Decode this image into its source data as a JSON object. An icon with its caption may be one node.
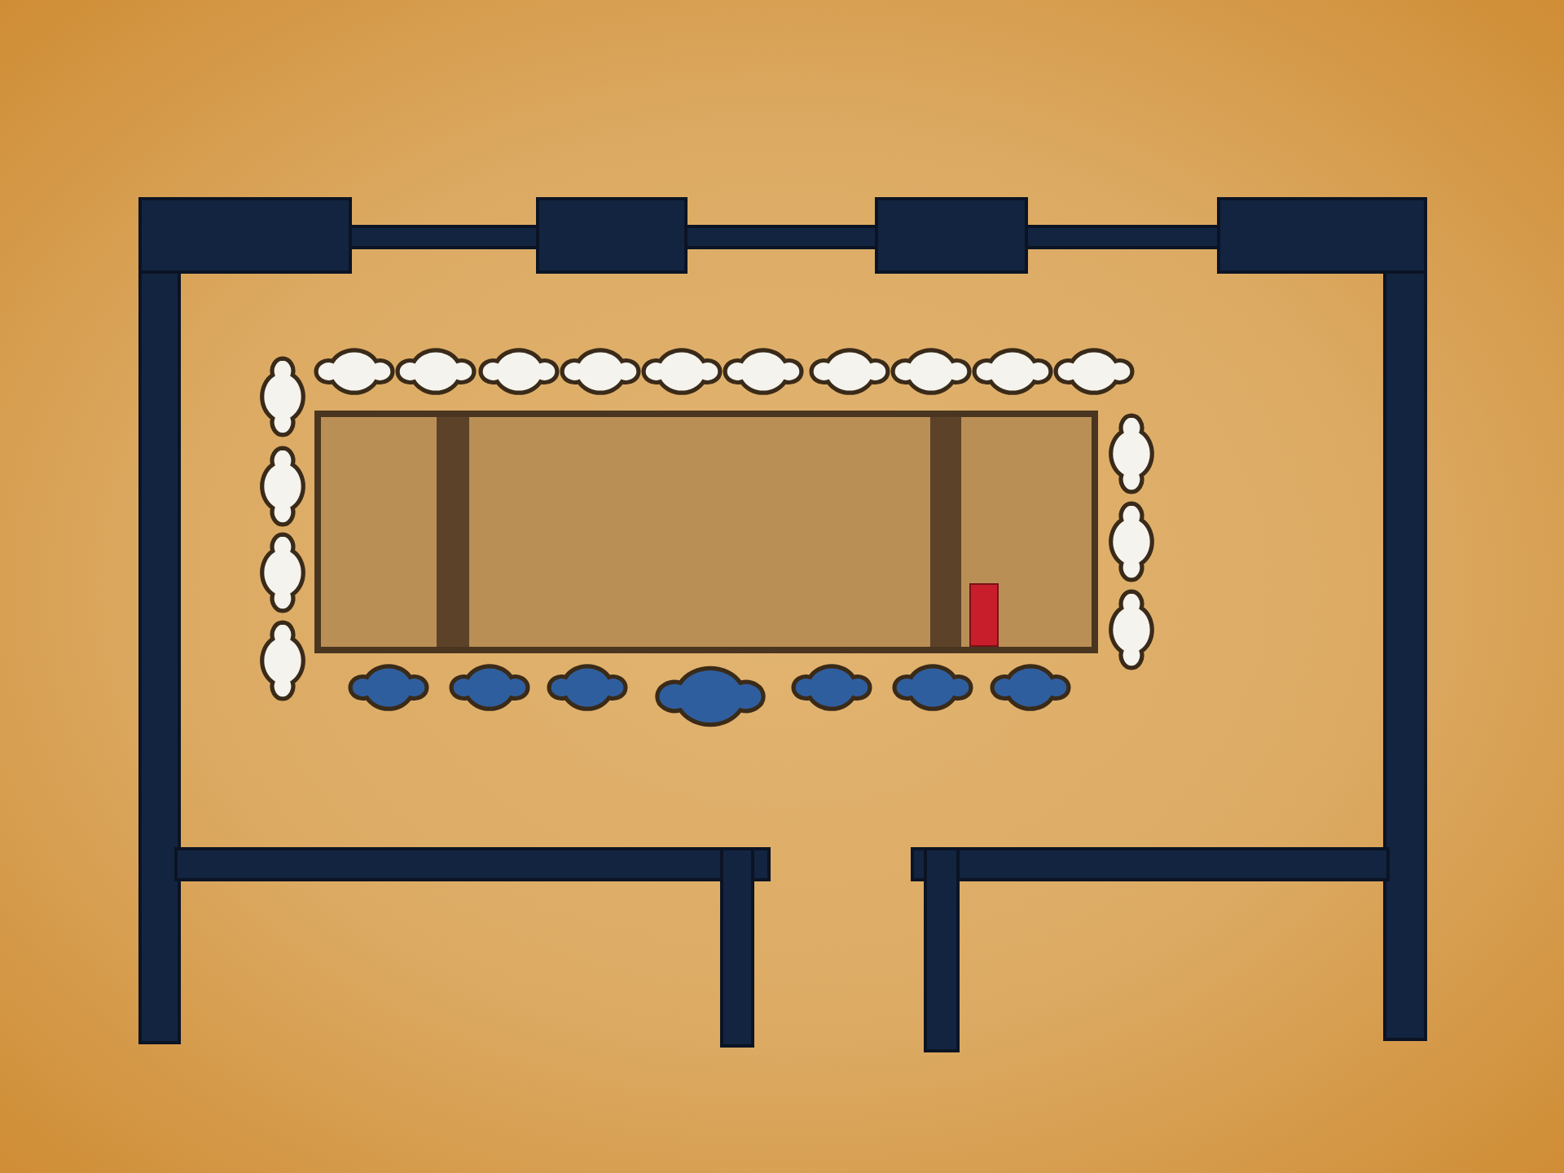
{
  "diagram": {
    "nodes": [
      {
        "text": [],
        "shape": "cloud"
      },
      {
        "text": [],
        "shape": "cloud"
      },
      {
        "text": [],
        "shape": "cloud"
      },
      {
        "text": [],
        "shape": "cloud"
      },
      {
        "text": [],
        "shape": "cloud"
      },
      {
        "text": [],
        "shape": "cloud"
      },
      {
        "text": [],
        "shape": "cloud"
      },
      {
        "text": [],
        "shape": "cloud"
      },
      {
        "text": [],
        "shape": "cloud"
      },
      {
        "text": [],
        "shape": "cloud"
      },
      {
        "text": [],
        "shape": "cloud"
      },
      {
        "text": [],
        "shape": "cloud"
      },
      {
        "text": [],
        "shape": "cloud"
      },
      {
        "text": [],
        "shape": "cloud"
      },
      {
        "text": [],
        "shape": "box"
      },
      {
        "text": [],
        "shape": "bar",
        "in": 14
      },
      {
        "text": [],
        "shape": "bar",
        "in": 14
      },
      {
        "text": [],
        "shape": "box",
        "in": 14
      },
      {
        "text": [],
        "shape": "cloud"
      },
      {
        "text": [],
        "shape": "cloud"
      },
      {
        "text": [],
        "shape": "cloud"
      },
      {
        "text": [],
        "shape": "cloud"
      },
      {
        "text": [],
        "shape": "cloud"
      },
      {
        "text": [],
        "shape": "cloud"
      },
      {
        "text": [],
        "shape": "cloud"
      },
      {
        "text": [],
        "shape": "cloud"
      },
      {
        "text": [],
        "shape": "cloud"
      },
      {
        "text": [],
        "shape": "cloud"
      }
    ]
  }
}
